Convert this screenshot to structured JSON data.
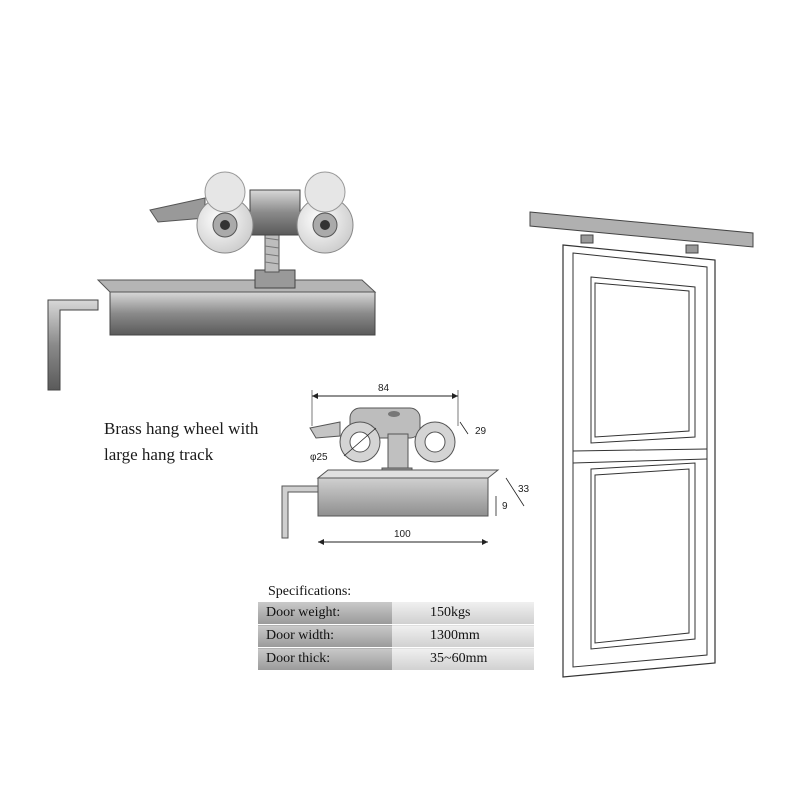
{
  "caption": {
    "line1": "Brass hang wheel with",
    "line2": "large hang track"
  },
  "dimensions": {
    "width_top": "84",
    "wheel_dia": "φ25",
    "wheel_h": "29",
    "track_side": "33",
    "track_h": "9",
    "track_len": "100"
  },
  "specs": {
    "title": "Specifications:",
    "rows": [
      {
        "label": "Door weight:",
        "value": "150kgs"
      },
      {
        "label": "Door width:",
        "value": "1300mm"
      },
      {
        "label": "Door thick:",
        "value": "35~60mm"
      }
    ]
  }
}
